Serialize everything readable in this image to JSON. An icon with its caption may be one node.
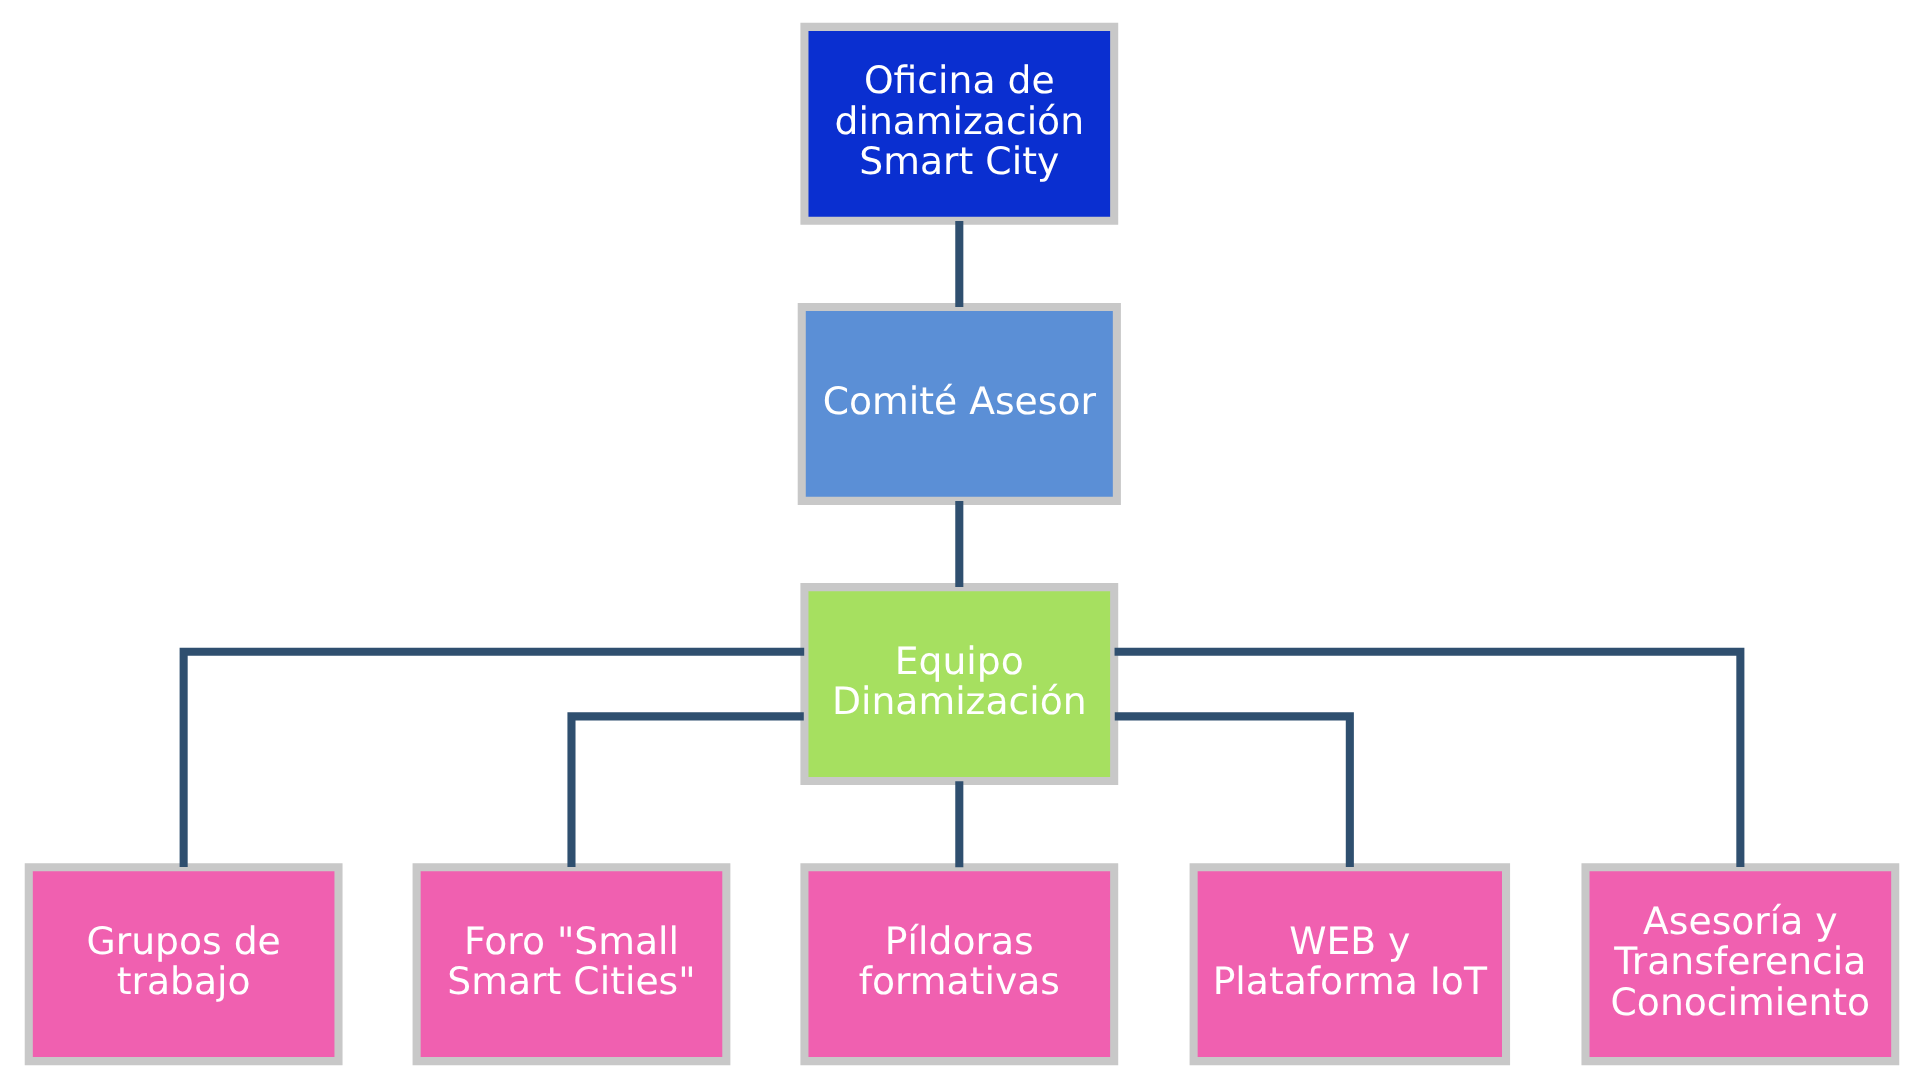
{
  "diagram": {
    "nodes": [
      {
        "text": [
          "Oficina de dinamización Smart City"
        ]
      },
      {
        "text": [
          "Comité Asesor"
        ]
      },
      {
        "text": [
          "Equipo Dinamización"
        ]
      },
      {
        "text": [
          "Grupos de trabajo"
        ]
      },
      {
        "text": [
          "Foro \"Small Smart Cities\""
        ]
      },
      {
        "text": [
          "Píldoras formativas"
        ]
      },
      {
        "text": [
          "WEB y Plataforma IoT"
        ]
      },
      {
        "text": [
          "Asesoría y Transferencia Conocimiento"
        ]
      }
    ],
    "edges": [
      {
        "from": 0,
        "to": 1,
        "arrow": "none"
      },
      {
        "from": 1,
        "to": 2,
        "arrow": "none"
      },
      {
        "from": 2,
        "to": 3,
        "arrow": "none"
      },
      {
        "from": 2,
        "to": 4,
        "arrow": "none"
      },
      {
        "from": 2,
        "to": 5,
        "arrow": "none"
      },
      {
        "from": 2,
        "to": 6,
        "arrow": "none"
      },
      {
        "from": 2,
        "to": 7,
        "arrow": "none"
      }
    ]
  }
}
